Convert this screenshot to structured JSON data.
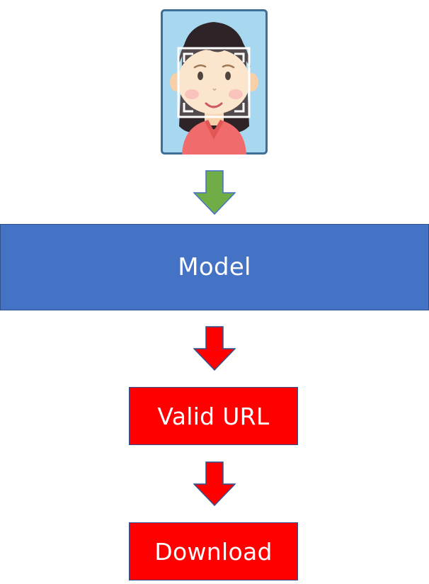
{
  "diagram": {
    "nodes": [
      {
        "id": "model",
        "label": "Model"
      },
      {
        "id": "valid_url",
        "label": "Valid URL"
      },
      {
        "id": "download",
        "label": "Download"
      }
    ],
    "edges": [
      {
        "from": "photo",
        "to": "model",
        "color": "#70ad47"
      },
      {
        "from": "model",
        "to": "valid_url",
        "color": "#ff0000"
      },
      {
        "from": "valid_url",
        "to": "download",
        "color": "#ff0000"
      }
    ]
  },
  "icons": {
    "photo": "face-recognition-portrait-icon"
  },
  "colors": {
    "model_fill": "#4472c4",
    "box_outline": "#2f528f",
    "red_fill": "#ff0000",
    "green_arrow": "#70ad47",
    "photo_bg": "#a8d8f0"
  }
}
